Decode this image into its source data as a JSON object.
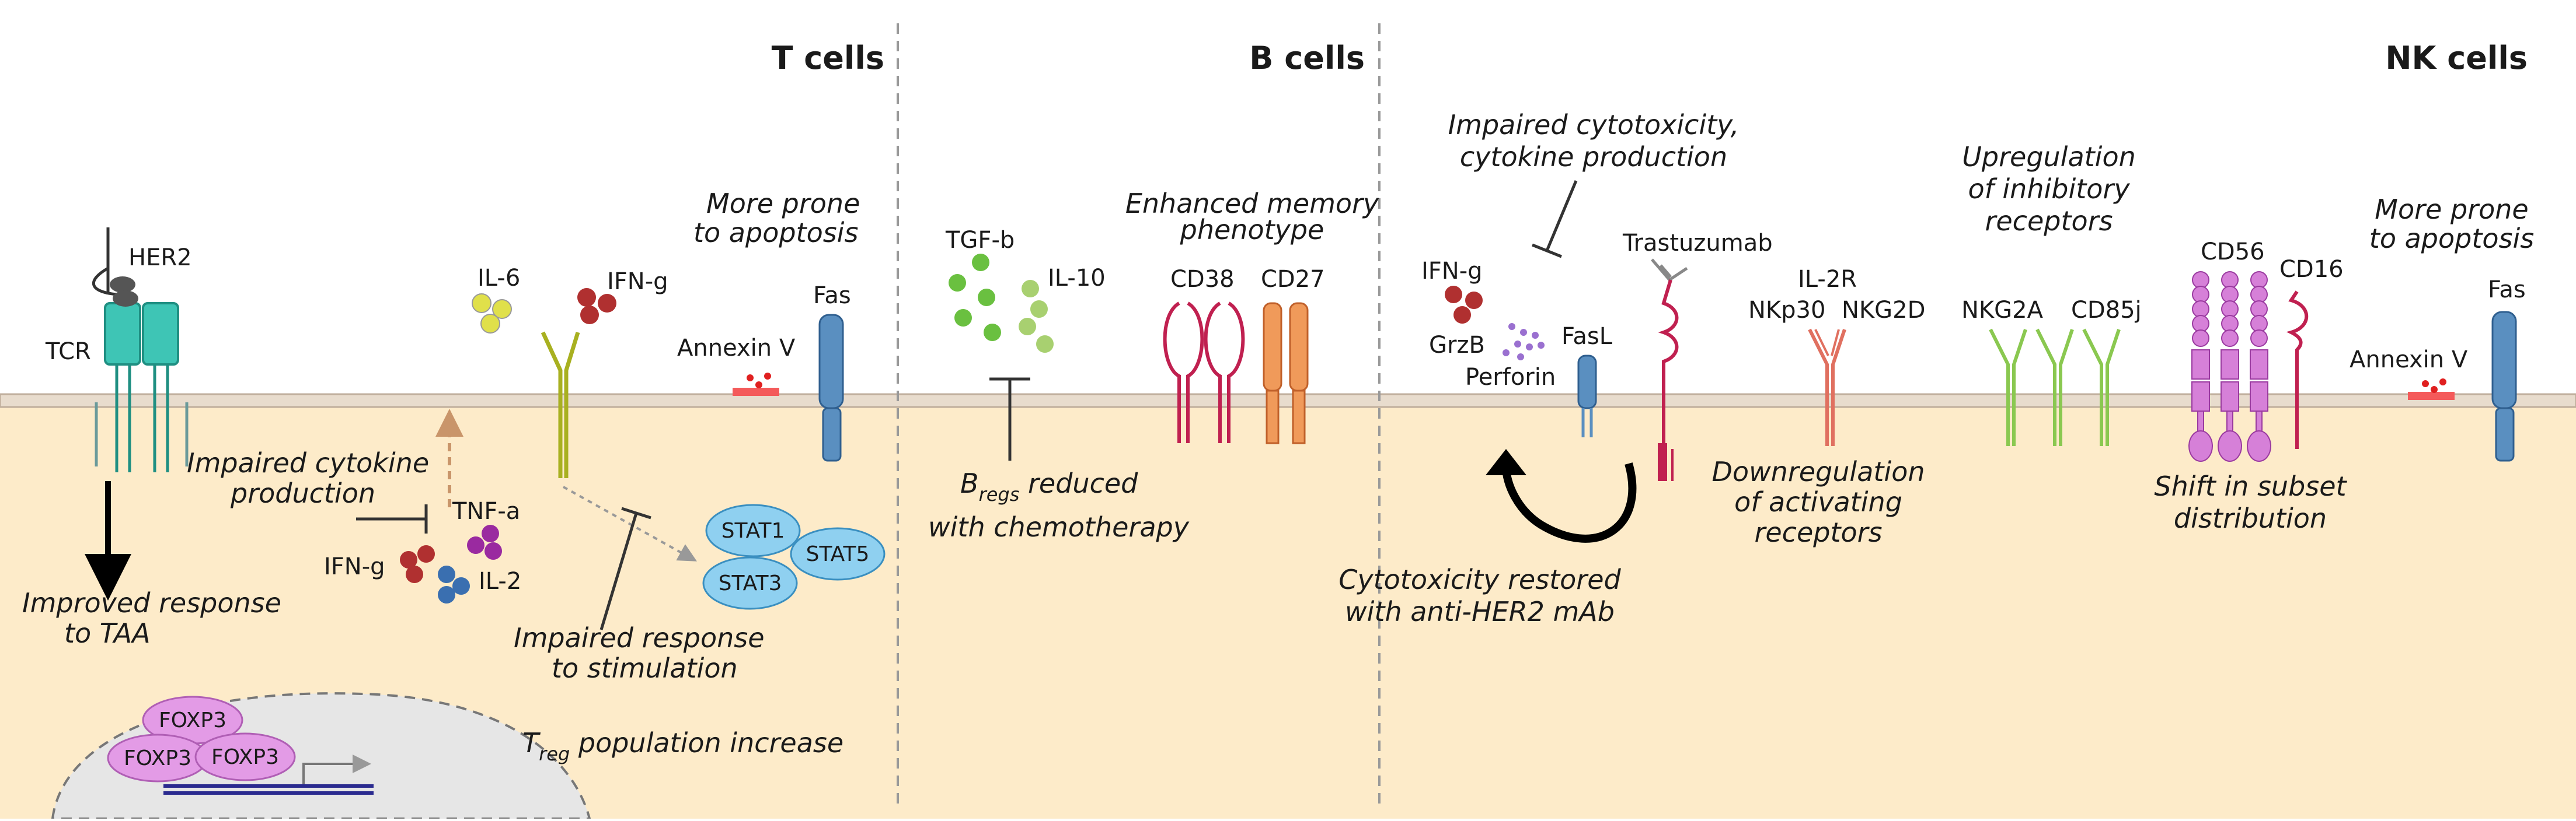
{
  "panels": {
    "t_cells": "T cells",
    "b_cells": "B cells",
    "nk_cells": "NK cells"
  },
  "t": {
    "her2": "HER2",
    "tcr": "TCR",
    "il6": "IL-6",
    "ifng_top": "IFN-g",
    "annexin": "Annexin V",
    "fas": "Fas",
    "apoptosis_1": "More prone",
    "apoptosis_2": "to apoptosis",
    "impaired_cyto_1": "Impaired cytokine",
    "impaired_cyto_2": "production",
    "tnfa": "TNF-a",
    "ifng_low": "IFN-g",
    "il2": "IL-2",
    "stat1": "STAT1",
    "stat3": "STAT3",
    "stat5": "STAT5",
    "improved_1": "Improved response",
    "improved_2": "to TAA",
    "impaired_resp_1": "Impaired response",
    "impaired_resp_2": "to stimulation",
    "foxp3": "FOXP3",
    "treg_t": "T",
    "treg_sub": "reg",
    "treg_rest": " population increase"
  },
  "b": {
    "tgfb": "TGF-b",
    "il10": "IL-10",
    "memory_1": "Enhanced memory",
    "memory_2": "phenotype",
    "cd38": "CD38",
    "cd27": "CD27",
    "bregs_b": "B",
    "bregs_sub": "regs",
    "bregs_rest": " reduced",
    "bregs_2": "with chemotherapy"
  },
  "nk": {
    "impaired_1": "Impaired cytotoxicity,",
    "impaired_2": "cytokine production",
    "ifng": "IFN-g",
    "grzb": "GrzB",
    "perforin": "Perforin",
    "fasl": "FasL",
    "trastuzumab": "Trastuzumab",
    "il2r": "IL-2R",
    "nkp30": "NKp30",
    "nkg2d": "NKG2D",
    "upreg_1": "Upregulation",
    "upreg_2": "of inhibitory",
    "upreg_3": "receptors",
    "nkg2a": "NKG2A",
    "cd85j": "CD85j",
    "cd56": "CD56",
    "cd16": "CD16",
    "apoptosis_1": "More prone",
    "apoptosis_2": "to apoptosis",
    "annexin": "Annexin V",
    "fas": "Fas",
    "downreg_1": "Downregulation",
    "downreg_2": "of activating",
    "downreg_3": "receptors",
    "shift_1": "Shift in subset",
    "shift_2": "distribution",
    "restored_1": "Cytotoxicity restored",
    "restored_2": "with anti-HER2 mAb"
  },
  "colors": {
    "cytoplasm": "#fdebc9",
    "membrane": "#d8c9b8",
    "stat": "#8fd0f0",
    "foxp3": "#e39be6",
    "nucleus": "#e6e6e6"
  }
}
